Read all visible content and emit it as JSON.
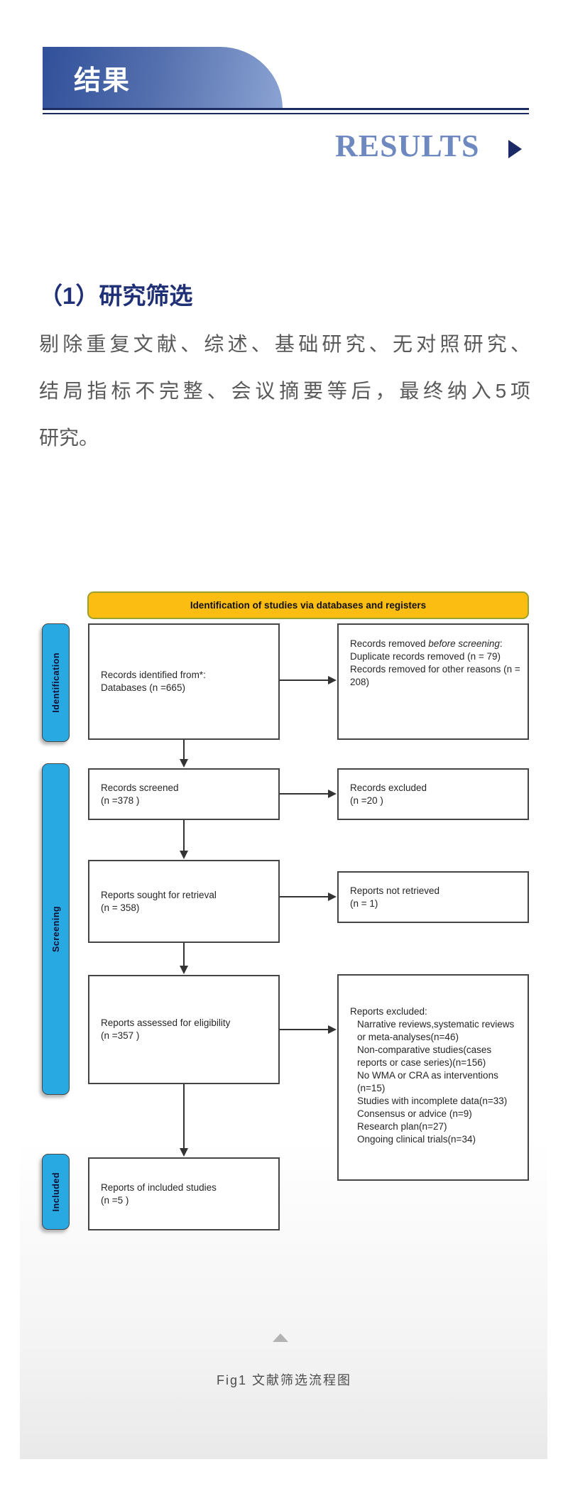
{
  "header": {
    "banner_title": "结果",
    "results_title": "RESULTS"
  },
  "content": {
    "section_heading": "（1）研究筛选",
    "paragraph_lines": [
      "剔除重复文献、综述、基础研究、无对照研究、",
      "结局指标不完整、会议摘要等后，最终纳入5项",
      "研究。"
    ]
  },
  "diagram": {
    "banner_title": "Identification of studies via databases and registers",
    "banner_color": "#fcbd13",
    "sidebar_color": "#29a9e1",
    "sidebar_labels": {
      "identification": "Identification",
      "screening": "Screening",
      "included": "Included"
    },
    "boxes": {
      "records_identified": {
        "line1": "Records identified from*:",
        "line2": "Databases (n =665)"
      },
      "records_removed": {
        "line1_pre": "Records removed ",
        "line1_italic": "before screening",
        "line1_post": ":",
        "line2": "Duplicate records removed  (n = 79)",
        "line3": "Records removed for other reasons (n = 208)"
      },
      "records_screened": {
        "line1": "Records screened",
        "line2": "(n =378 )"
      },
      "records_excluded": {
        "line1": "Records excluded",
        "line2": "(n =20 )"
      },
      "reports_sought": {
        "line1": "Reports sought for retrieval",
        "line2": "(n = 358)"
      },
      "reports_not_retrieved": {
        "line1": "Reports not retrieved",
        "line2": "(n = 1)"
      },
      "reports_assessed": {
        "line1": "Reports assessed for eligibility",
        "line2": "(n =357 )"
      },
      "reports_excluded": {
        "title": "Reports excluded:",
        "items": [
          "Narrative reviews,systematic reviews or meta-analyses(n=46)",
          "Non-comparative studies(cases reports or case series)(n=156)",
          "No WMA or CRA as interventions (n=15)",
          "Studies with incomplete data(n=33)",
          "Consensus or advice (n=9)",
          "Research plan(n=27)",
          "Ongoing clinical trials(n=34)"
        ]
      },
      "reports_included": {
        "line1": "Reports of included studies",
        "line2": "(n =5 )"
      }
    }
  },
  "caption": "Fig1 文献筛选流程图"
}
